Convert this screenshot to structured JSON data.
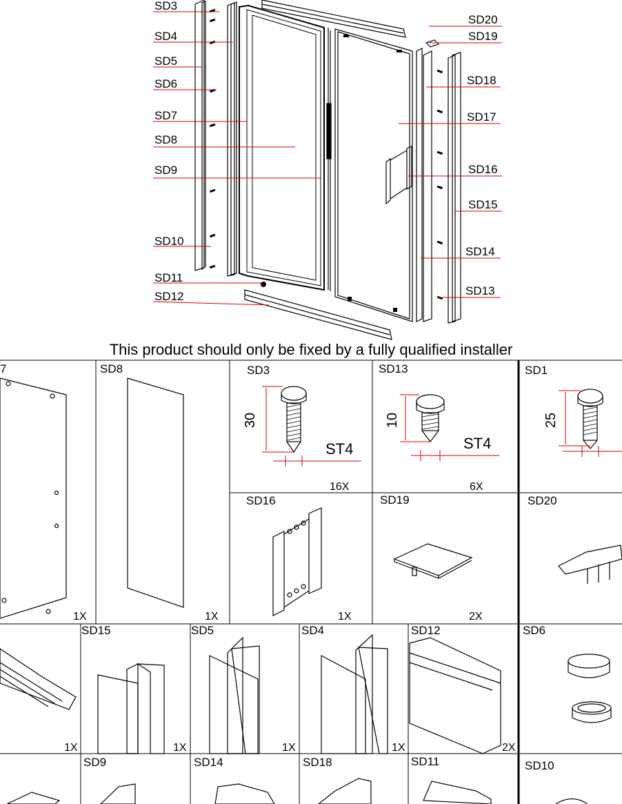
{
  "callouts": {
    "sd3": "SD3",
    "sd4": "SD4",
    "sd5": "SD5",
    "sd6": "SD6",
    "sd7": "SD7",
    "sd8": "SD8",
    "sd9": "SD9",
    "sd10": "SD10",
    "sd11": "SD11",
    "sd12": "SD12",
    "sd20": "SD20",
    "sd19": "SD19",
    "sd18": "SD18",
    "sd17": "SD17",
    "sd16": "SD16",
    "sd15": "SD15",
    "sd14": "SD14",
    "sd13": "SD13"
  },
  "notice": "This product should only be fixed by a fully qualified installer",
  "parts": {
    "row1": [
      {
        "label": "7",
        "qty": "1X"
      },
      {
        "label": "SD8",
        "qty": "1X"
      },
      {
        "label": "SD3",
        "qty": "16X",
        "dimension": "30",
        "thread": "ST4"
      },
      {
        "label": "SD13",
        "qty": "6X",
        "dimension": "10",
        "thread": "ST4"
      },
      {
        "label": "SD1",
        "qty": "",
        "dimension": "25",
        "thread": ""
      }
    ],
    "row2": [
      {
        "label": "SD16",
        "qty": "1X"
      },
      {
        "label": "SD19",
        "qty": "2X"
      },
      {
        "label": "SD20",
        "qty": ""
      }
    ],
    "row3": [
      {
        "label": "",
        "qty": "1X"
      },
      {
        "label": "SD15",
        "qty": "1X"
      },
      {
        "label": "SD5",
        "qty": "1X"
      },
      {
        "label": "SD4",
        "qty": "1X"
      },
      {
        "label": "SD12",
        "qty": "2X"
      },
      {
        "label": "SD6",
        "qty": ""
      }
    ],
    "row4": [
      {
        "label": "SD9"
      },
      {
        "label": "SD14"
      },
      {
        "label": "SD18"
      },
      {
        "label": "SD11"
      },
      {
        "label": "SD10"
      }
    ]
  }
}
